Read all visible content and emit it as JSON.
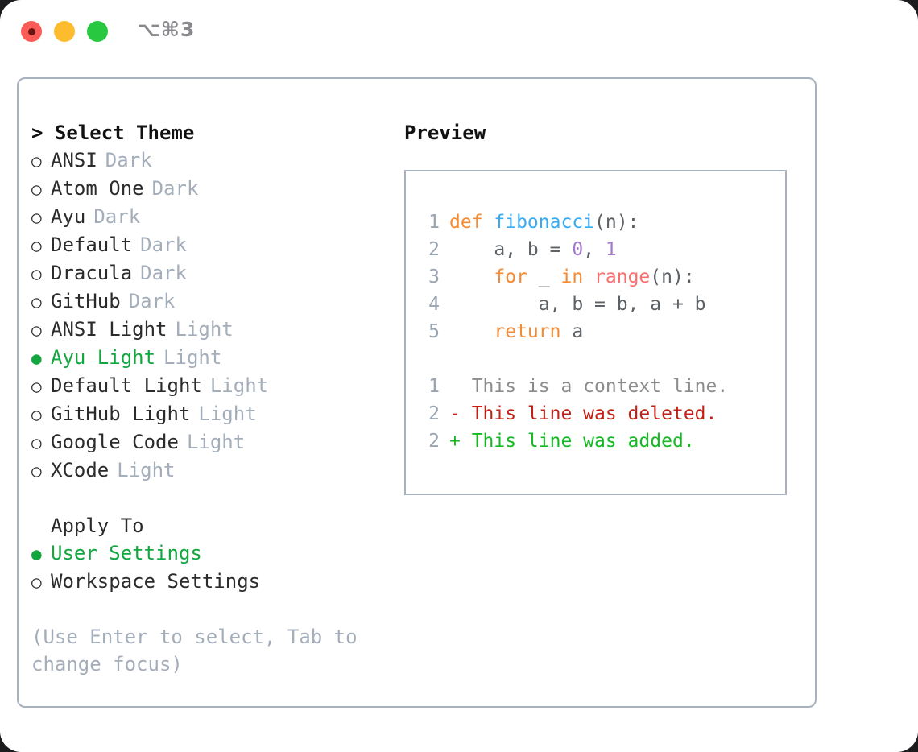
{
  "window": {
    "shortcut": "⌥⌘3",
    "traffic_lights": [
      "close-red",
      "minimize-yellow",
      "maximize-green"
    ]
  },
  "theme_panel": {
    "header": "> Select Theme",
    "bullet_selected": "●",
    "bullet_unselected": "○",
    "options": [
      {
        "label": "ANSI",
        "tag": "Dark",
        "selected": false
      },
      {
        "label": "Atom One",
        "tag": "Dark",
        "selected": false
      },
      {
        "label": "Ayu",
        "tag": "Dark",
        "selected": false
      },
      {
        "label": "Default",
        "tag": "Dark",
        "selected": false
      },
      {
        "label": "Dracula",
        "tag": "Dark",
        "selected": false
      },
      {
        "label": "GitHub",
        "tag": "Dark",
        "selected": false
      },
      {
        "label": "ANSI Light",
        "tag": "Light",
        "selected": false
      },
      {
        "label": "Ayu Light",
        "tag": "Light",
        "selected": true
      },
      {
        "label": "Default Light",
        "tag": "Light",
        "selected": false
      },
      {
        "label": "GitHub Light",
        "tag": "Light",
        "selected": false
      },
      {
        "label": "Google Code",
        "tag": "Light",
        "selected": false
      },
      {
        "label": "XCode",
        "tag": "Light",
        "selected": false
      }
    ]
  },
  "apply_to": {
    "title": "Apply To",
    "options": [
      {
        "label": "User Settings",
        "selected": true
      },
      {
        "label": "Workspace Settings",
        "selected": false
      }
    ]
  },
  "hint": "(Use Enter to select, Tab to change focus)",
  "preview": {
    "title": "Preview",
    "code_lines": [
      {
        "no": "1",
        "tokens": [
          {
            "t": "def ",
            "c": "kw"
          },
          {
            "t": "fibonacci",
            "c": "fn"
          },
          {
            "t": "(n):",
            "c": "plain"
          }
        ]
      },
      {
        "no": "2",
        "tokens": [
          {
            "t": "    a, b = ",
            "c": "plain"
          },
          {
            "t": "0",
            "c": "num"
          },
          {
            "t": ", ",
            "c": "plain"
          },
          {
            "t": "1",
            "c": "num"
          }
        ]
      },
      {
        "no": "3",
        "tokens": [
          {
            "t": "    ",
            "c": "plain"
          },
          {
            "t": "for",
            "c": "kw"
          },
          {
            "t": " _ ",
            "c": "plain"
          },
          {
            "t": "in",
            "c": "kw"
          },
          {
            "t": " ",
            "c": "plain"
          },
          {
            "t": "range",
            "c": "call"
          },
          {
            "t": "(n):",
            "c": "plain"
          }
        ]
      },
      {
        "no": "4",
        "tokens": [
          {
            "t": "        a, b = b, a + b",
            "c": "plain"
          }
        ]
      },
      {
        "no": "5",
        "tokens": [
          {
            "t": "    ",
            "c": "plain"
          },
          {
            "t": "return",
            "c": "kw"
          },
          {
            "t": " a",
            "c": "plain"
          }
        ]
      }
    ],
    "diff_lines": [
      {
        "no": "1",
        "text": "  This is a context line.",
        "kind": "ctx"
      },
      {
        "no": "2",
        "text": "- This line was deleted.",
        "kind": "del"
      },
      {
        "no": "2",
        "text": "+ This line was added.",
        "kind": "add"
      }
    ]
  },
  "colors": {
    "accent_green": "#12a63f",
    "muted": "#a4aebb",
    "border": "#a8b2bf",
    "kw_orange": "#f58b33",
    "fn_blue": "#37aaf2",
    "num_purple": "#a37acc",
    "call_red": "#f7706e",
    "diff_del": "#c21f16",
    "diff_add": "#16b824"
  }
}
